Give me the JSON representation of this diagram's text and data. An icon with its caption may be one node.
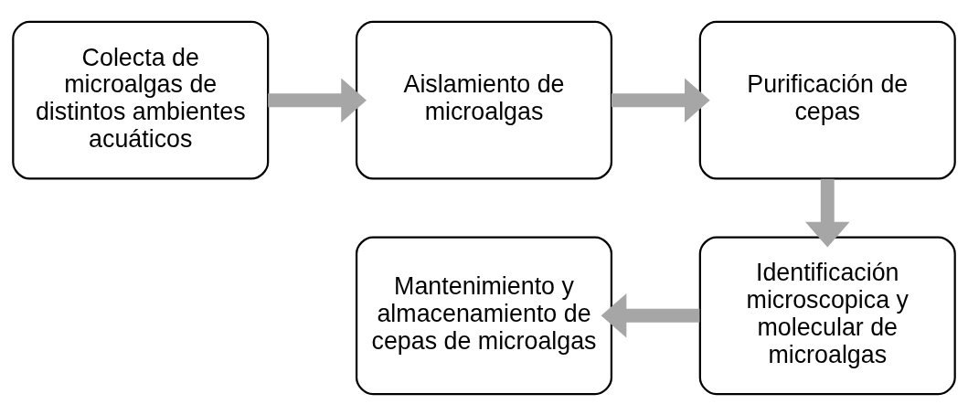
{
  "diagram": {
    "nodes": [
      {
        "text": [
          "Colecta de microalgas de distintos ambientes acuáticos"
        ]
      },
      {
        "text": [
          "Aislamiento de microalgas"
        ]
      },
      {
        "text": [
          "Purificación de cepas"
        ]
      },
      {
        "text": [
          "Identificación microscopica y molecular de microalgas"
        ]
      },
      {
        "text": [
          "Mantenimiento y almacenamiento de cepas de microalgas"
        ]
      }
    ],
    "edges": [
      {
        "from": 0,
        "to": 1,
        "arrow": "to"
      },
      {
        "from": 1,
        "to": 2,
        "arrow": "to"
      },
      {
        "from": 2,
        "to": 3,
        "arrow": "to"
      },
      {
        "from": 3,
        "to": 4,
        "arrow": "to"
      }
    ]
  }
}
